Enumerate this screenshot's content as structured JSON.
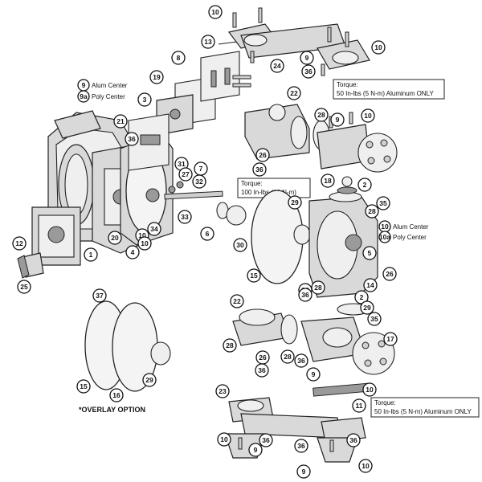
{
  "notes": {
    "alum_center_ref": "9",
    "alum_center_text": "Alum Center",
    "poly_center_ref": "9a",
    "poly_center_text": "Poly Center",
    "alum_center_ref_right": "10",
    "alum_center_text_right": "Alum Center",
    "poly_center_ref_right": "10a",
    "poly_center_text_right": "Poly Center"
  },
  "torque_labels": [
    {
      "title": "Torque:",
      "value": "50 In-lbs (5 N-m) Aluminum ONLY"
    },
    {
      "title": "Torque:",
      "value": "100 In-lbs (13 N-m)"
    },
    {
      "title": "Torque:",
      "value": "50 In-lbs (5 N-m) Aluminum ONLY"
    }
  ],
  "overlay_caption": "*OVERLAY OPTION",
  "balloons": [
    {
      "label": "10"
    },
    {
      "label": "10"
    },
    {
      "label": "13"
    },
    {
      "label": "8"
    },
    {
      "label": "24"
    },
    {
      "label": "9"
    },
    {
      "label": "36"
    },
    {
      "label": "19"
    },
    {
      "label": "3"
    },
    {
      "label": "22"
    },
    {
      "label": "28"
    },
    {
      "label": "9"
    },
    {
      "label": "10"
    },
    {
      "label": "21"
    },
    {
      "label": "36"
    },
    {
      "label": "26"
    },
    {
      "label": "36"
    },
    {
      "label": "10"
    },
    {
      "label": "31"
    },
    {
      "label": "27"
    },
    {
      "label": "7"
    },
    {
      "label": "32"
    },
    {
      "label": "2"
    },
    {
      "label": "18"
    },
    {
      "label": "35"
    },
    {
      "label": "28"
    },
    {
      "label": "36"
    },
    {
      "label": "29"
    },
    {
      "label": "12"
    },
    {
      "label": "20"
    },
    {
      "label": "4"
    },
    {
      "label": "10"
    },
    {
      "label": "34"
    },
    {
      "label": "33"
    },
    {
      "label": "6"
    },
    {
      "label": "30"
    },
    {
      "label": "1"
    },
    {
      "label": "15"
    },
    {
      "label": "25"
    },
    {
      "label": "37"
    },
    {
      "label": "5"
    },
    {
      "label": "26"
    },
    {
      "label": "14"
    },
    {
      "label": "36"
    },
    {
      "label": "2"
    },
    {
      "label": "22"
    },
    {
      "label": "28"
    },
    {
      "label": "29"
    },
    {
      "label": "35"
    },
    {
      "label": "17"
    },
    {
      "label": "28"
    },
    {
      "label": "26"
    },
    {
      "label": "36"
    },
    {
      "label": "28"
    },
    {
      "label": "36"
    },
    {
      "label": "9"
    },
    {
      "label": "15"
    },
    {
      "label": "16"
    },
    {
      "label": "29"
    },
    {
      "label": "23"
    },
    {
      "label": "11"
    },
    {
      "label": "10"
    },
    {
      "label": "9"
    },
    {
      "label": "36"
    },
    {
      "label": "36"
    },
    {
      "label": "9"
    },
    {
      "label": "10"
    },
    {
      "label": "36"
    },
    {
      "label": "10"
    }
  ]
}
